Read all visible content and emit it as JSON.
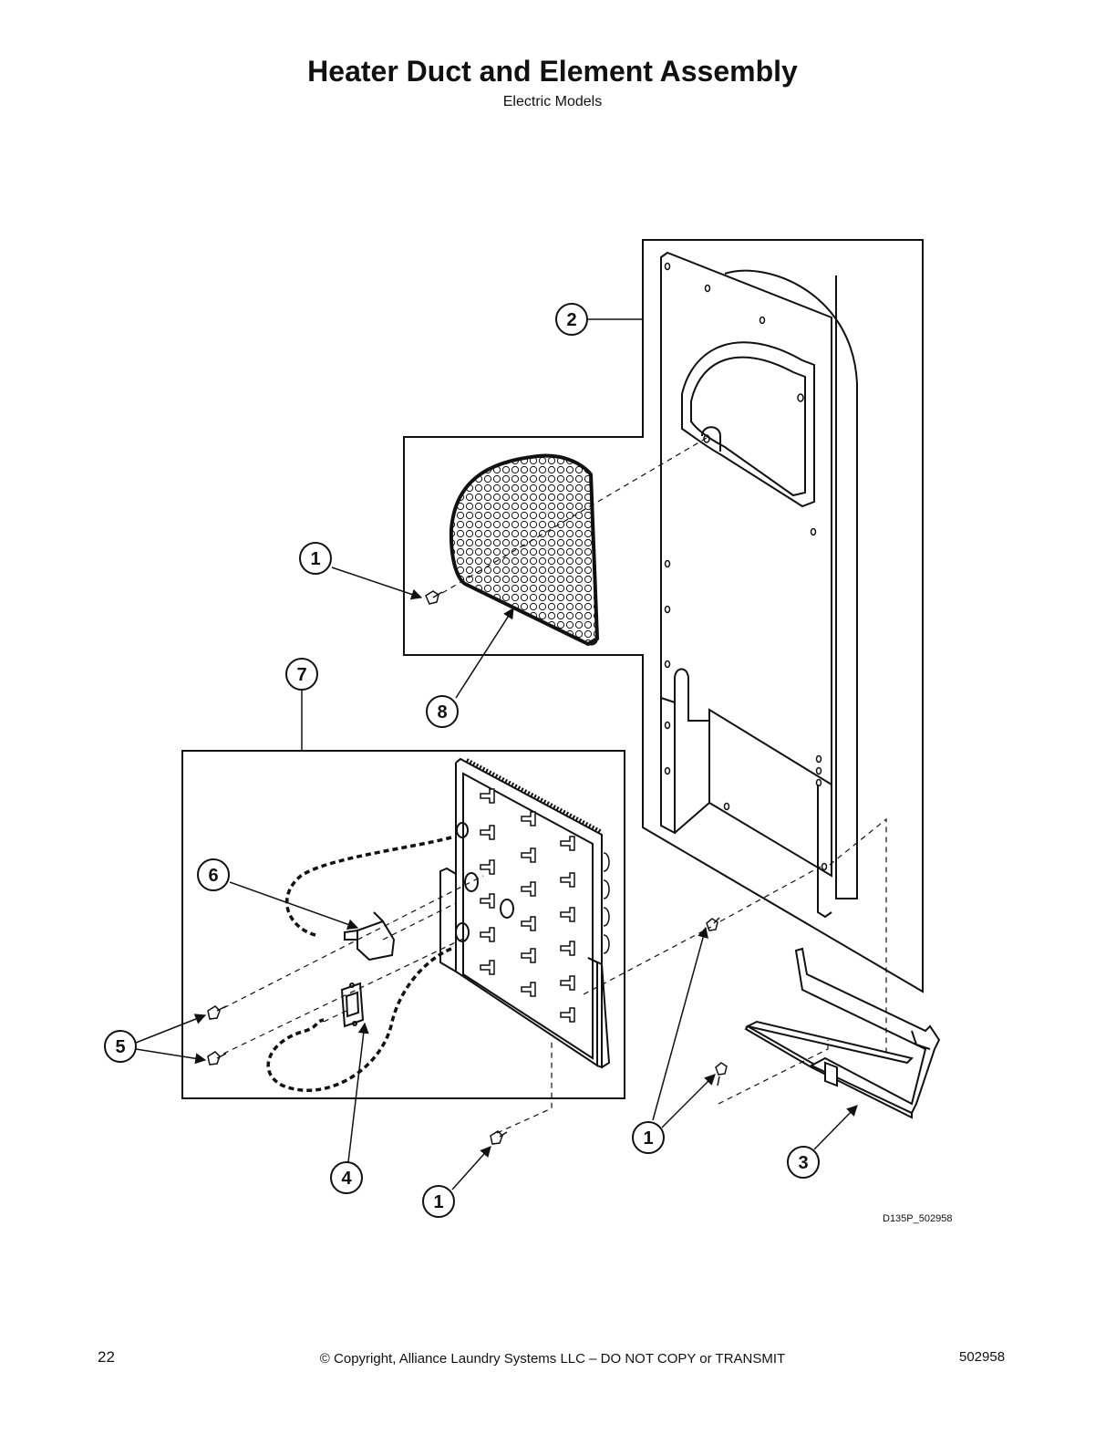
{
  "header": {
    "title": "Heater Duct and Element Assembly",
    "subtitle": "Electric Models"
  },
  "callouts": [
    "1",
    "2",
    "3",
    "4",
    "5",
    "6",
    "7",
    "8"
  ],
  "drawing_code": "D135P_502958",
  "footer": {
    "page_number": "22",
    "copyright": "© Copyright, Alliance Laundry Systems LLC – DO NOT COPY or TRANSMIT",
    "document_number": "502958"
  },
  "colors": {
    "ink": "#111111",
    "paper": "#ffffff"
  }
}
